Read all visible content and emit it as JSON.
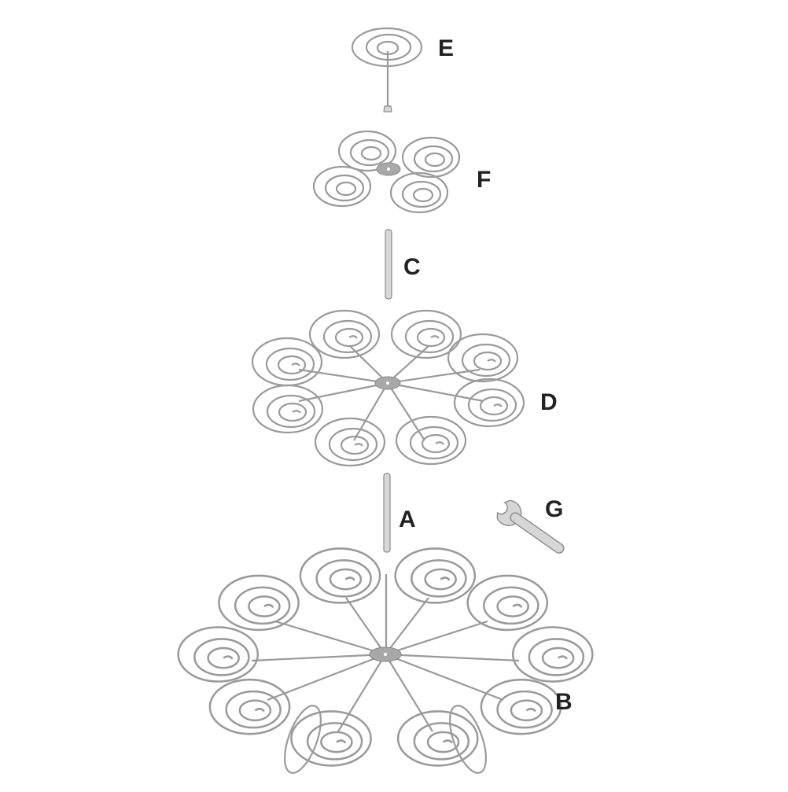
{
  "diagram": {
    "type": "exploded assembly diagram",
    "subject": "3-tier spiral wire cupcake stand",
    "colors": {
      "background": "#ffffff",
      "wire": "#9a9a9a",
      "hub": "#a8a8a8",
      "label": "#222222"
    },
    "parts": [
      {
        "id": "E",
        "label": "E",
        "description": "top single spiral finial with threaded screw"
      },
      {
        "id": "F",
        "label": "F",
        "description": "small tier with 4 spiral cups"
      },
      {
        "id": "C",
        "label": "C",
        "description": "upper connecting rod"
      },
      {
        "id": "D",
        "label": "D",
        "description": "middle tier with 8 spiral cups"
      },
      {
        "id": "A",
        "label": "A",
        "description": "lower connecting rod"
      },
      {
        "id": "G",
        "label": "G",
        "description": "wrench"
      },
      {
        "id": "B",
        "label": "B",
        "description": "bottom tier with spiral cups and legs"
      }
    ]
  }
}
